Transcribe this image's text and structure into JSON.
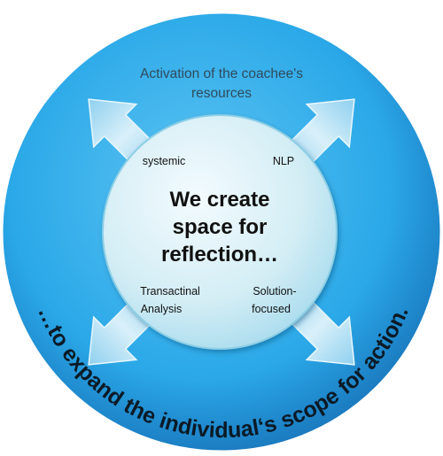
{
  "top_text": {
    "line1": "Activation of the coachee's",
    "line2": "resources"
  },
  "center_text": {
    "line1": "We create",
    "line2": "space for",
    "line3": "reflection…"
  },
  "methods": {
    "systemic": "systemic",
    "nlp": "NLP",
    "ta_line1": "Transactinal",
    "ta_line2": "Analysis",
    "sf_line1": "Solution-",
    "sf_line2": "focused"
  },
  "arc_text": "…to expand the individual‘s scope for action.",
  "colors": {
    "outer_ring": "#2aa8e8",
    "outer_ring_dark": "#1a74b8",
    "inner_circle": "#d3edf5",
    "inner_circle_edge": "#8ccfe6",
    "arrow_fill": "#bfe4f4",
    "text_dark": "#111111",
    "text_top": "#2f4b5c"
  },
  "icons": {
    "arrow_up_left": "arrow-up-left-icon",
    "arrow_up_right": "arrow-up-right-icon",
    "arrow_down_left": "arrow-down-left-icon",
    "arrow_down_right": "arrow-down-right-icon"
  }
}
